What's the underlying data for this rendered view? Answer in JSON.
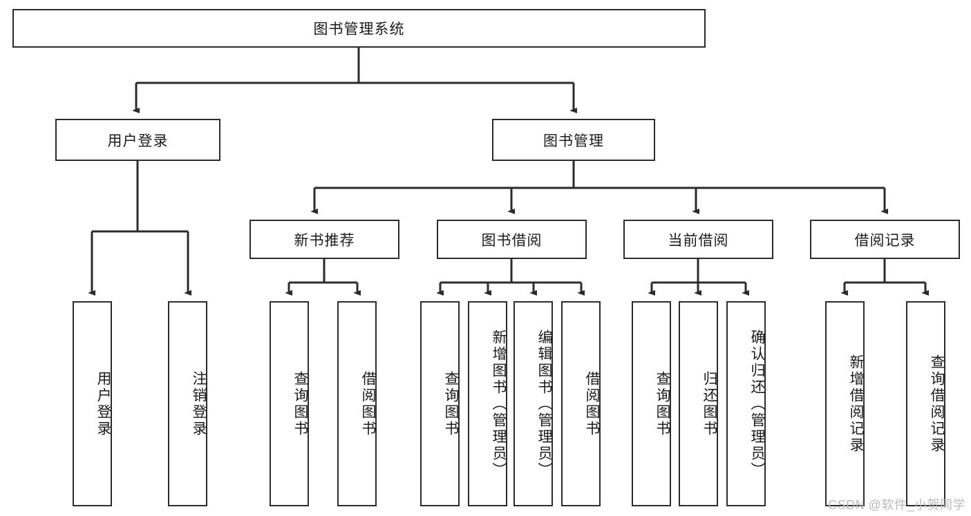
{
  "diagram": {
    "title": "图书管理系统",
    "watermark": "CSDN @软件_小贺同学",
    "colors": {
      "stroke": "#2b2b2b",
      "fill": "#ffffff",
      "text": "#1a1a1a",
      "watermark": "#b9b9b9"
    },
    "nodes": {
      "root": {
        "label": "图书管理系统",
        "orientation": "horizontal",
        "level": 0
      },
      "l1": [
        {
          "id": "user-login",
          "label": "用户登录",
          "orientation": "horizontal",
          "level": 1
        },
        {
          "id": "book-manage",
          "label": "图书管理",
          "orientation": "horizontal",
          "level": 1
        }
      ],
      "l2": [
        {
          "id": "new-book-rec",
          "label": "新书推荐",
          "orientation": "horizontal",
          "level": 2,
          "parent": "book-manage"
        },
        {
          "id": "book-borrow",
          "label": "图书借阅",
          "orientation": "horizontal",
          "level": 2,
          "parent": "book-manage"
        },
        {
          "id": "current-borrow",
          "label": "当前借阅",
          "orientation": "horizontal",
          "level": 2,
          "parent": "book-manage"
        },
        {
          "id": "borrow-record",
          "label": "借阅记录",
          "orientation": "horizontal",
          "level": 2,
          "parent": "book-manage"
        }
      ],
      "leaves": [
        {
          "id": "leaf-user-login",
          "label": "用户登录",
          "orientation": "vertical",
          "parent": "user-login"
        },
        {
          "id": "leaf-user-logout",
          "label": "注销登录",
          "orientation": "vertical",
          "parent": "user-login"
        },
        {
          "id": "leaf-query-book-1",
          "label": "查询图书",
          "orientation": "vertical",
          "parent": "new-book-rec"
        },
        {
          "id": "leaf-borrow-book-1",
          "label": "借阅图书",
          "orientation": "vertical",
          "parent": "new-book-rec"
        },
        {
          "id": "leaf-query-book-2",
          "label": "查询图书",
          "orientation": "vertical",
          "parent": "book-borrow"
        },
        {
          "id": "leaf-add-book",
          "label": "新增图书（管理员）",
          "orientation": "vertical",
          "parent": "book-borrow"
        },
        {
          "id": "leaf-edit-book",
          "label": "编辑图书（管理员）",
          "orientation": "vertical",
          "parent": "book-borrow"
        },
        {
          "id": "leaf-borrow-book-2",
          "label": "借阅图书",
          "orientation": "vertical",
          "parent": "book-borrow"
        },
        {
          "id": "leaf-query-book-3",
          "label": "查询图书",
          "orientation": "vertical",
          "parent": "current-borrow"
        },
        {
          "id": "leaf-return-book",
          "label": "归还图书",
          "orientation": "vertical",
          "parent": "current-borrow"
        },
        {
          "id": "leaf-confirm-return",
          "label": "确认归还（管理员）",
          "orientation": "vertical",
          "parent": "current-borrow"
        },
        {
          "id": "leaf-add-record",
          "label": "新增借阅记录",
          "orientation": "vertical",
          "parent": "borrow-record"
        },
        {
          "id": "leaf-query-record",
          "label": "查询借阅记录",
          "orientation": "vertical",
          "parent": "borrow-record"
        }
      ]
    }
  }
}
